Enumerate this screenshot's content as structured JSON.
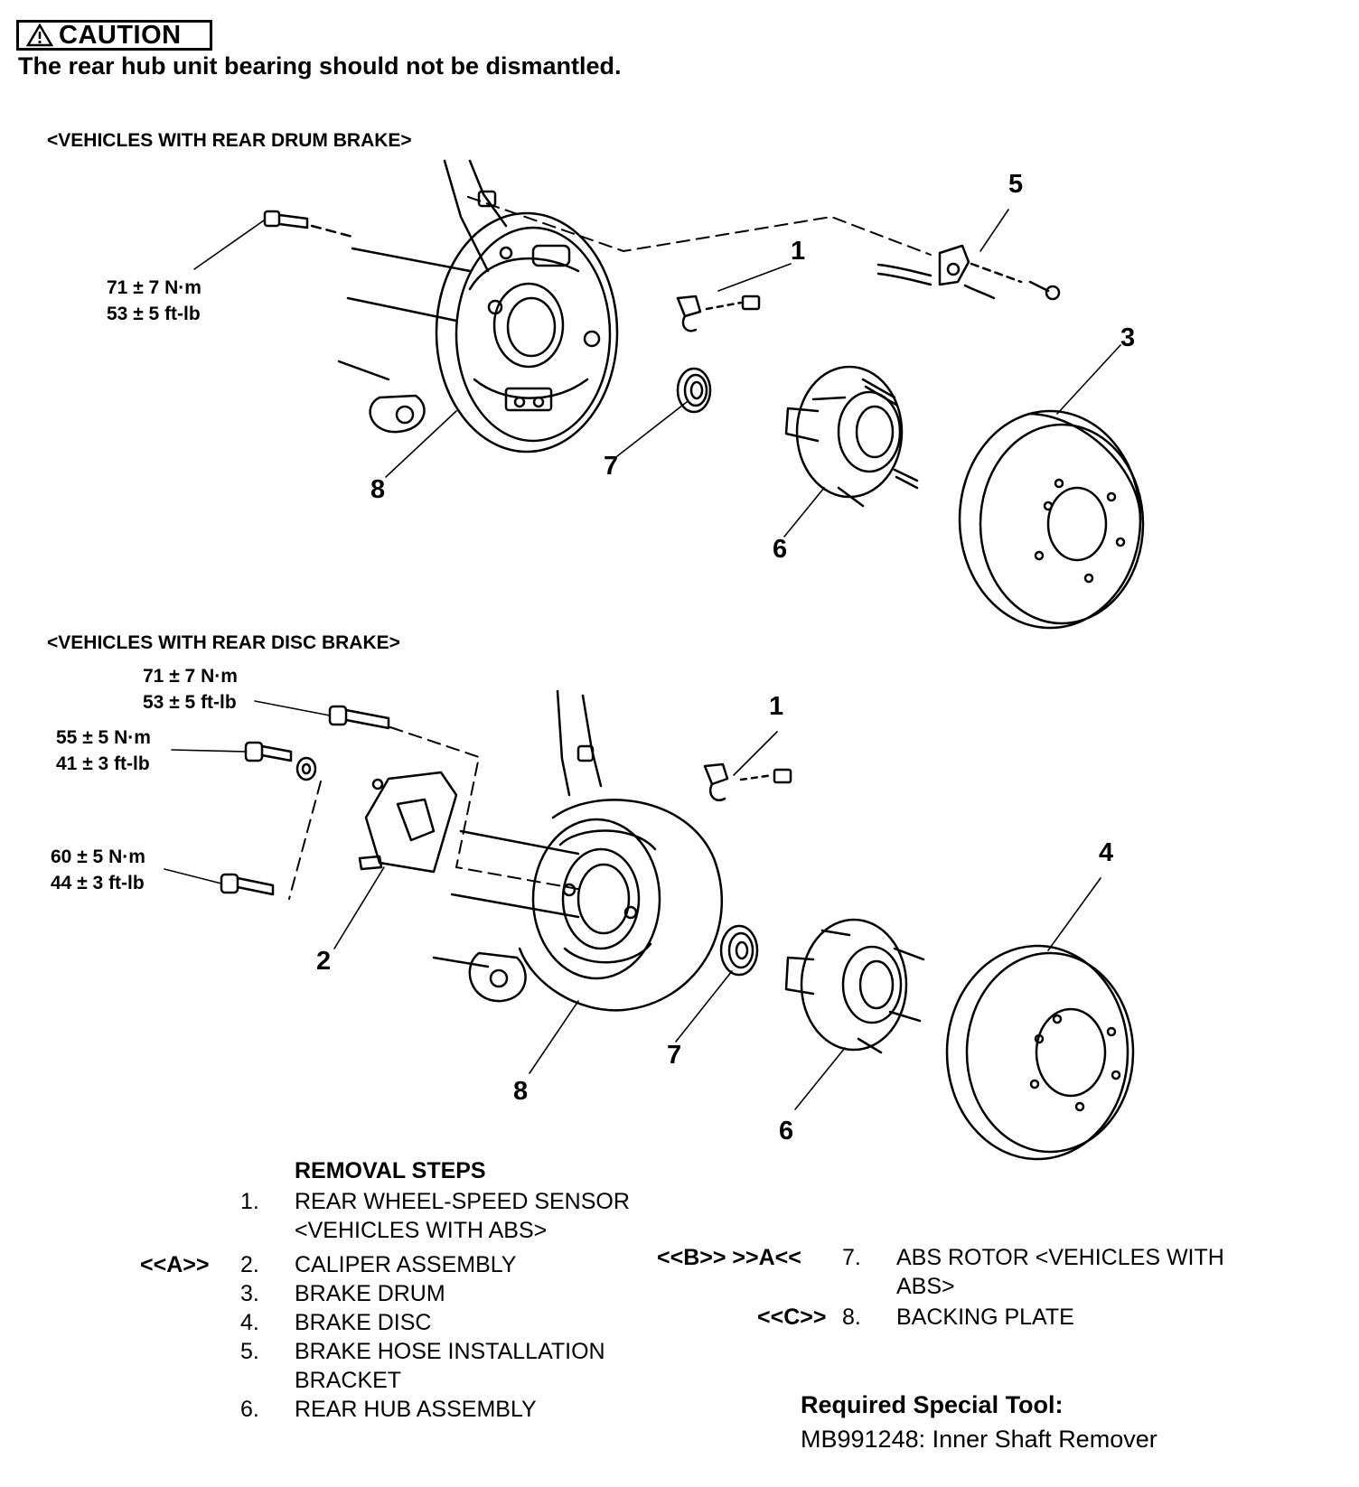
{
  "caution": {
    "label": "CAUTION",
    "text": "The rear hub unit bearing should not be dismantled."
  },
  "drum_section": {
    "title": "<VEHICLES WITH REAR DRUM BRAKE>",
    "torque": {
      "nm": "71 ± 7 N·m",
      "ftlb": "53 ± 5 ft-lb"
    },
    "callouts": [
      "5",
      "1",
      "3",
      "7",
      "8",
      "6"
    ]
  },
  "disc_section": {
    "title": "<VEHICLES WITH REAR DISC BRAKE>",
    "torques": [
      {
        "nm": "71 ± 7 N·m",
        "ftlb": "53 ± 5 ft-lb"
      },
      {
        "nm": "55 ± 5 N·m",
        "ftlb": "41 ± 3 ft-lb"
      },
      {
        "nm": "60 ± 5 N·m",
        "ftlb": "44 ± 3 ft-lb"
      }
    ],
    "callouts": [
      "1",
      "4",
      "2",
      "7",
      "8",
      "6"
    ]
  },
  "removal": {
    "title": "REMOVAL STEPS",
    "steps": [
      {
        "num": "1.",
        "label": "REAR WHEEL-SPEED SENSOR",
        "label2": "<VEHICLES WITH ABS>",
        "mark": ""
      },
      {
        "num": "2.",
        "label": "CALIPER ASSEMBLY",
        "label2": "",
        "mark": "<<A>>"
      },
      {
        "num": "3.",
        "label": "BRAKE DRUM",
        "label2": "",
        "mark": ""
      },
      {
        "num": "4.",
        "label": "BRAKE DISC",
        "label2": "",
        "mark": ""
      },
      {
        "num": "5.",
        "label": "BRAKE HOSE INSTALLATION",
        "label2": "BRACKET",
        "mark": ""
      },
      {
        "num": "6.",
        "label": "REAR HUB ASSEMBLY",
        "label2": "",
        "mark": ""
      },
      {
        "num": "7.",
        "label": "ABS ROTOR <VEHICLES WITH",
        "label2": "ABS>",
        "mark": "<<B>> >>A<<"
      },
      {
        "num": "8.",
        "label": "BACKING PLATE",
        "label2": "",
        "mark": "<<C>>"
      }
    ]
  },
  "special_tool": {
    "title": "Required Special Tool:",
    "text": "MB991248: Inner Shaft Remover"
  }
}
